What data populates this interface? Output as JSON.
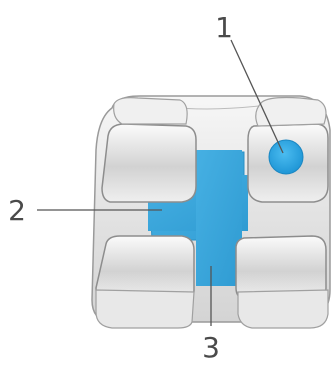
{
  "callouts": [
    {
      "id": "1",
      "label": "1"
    },
    {
      "id": "2",
      "label": "2"
    },
    {
      "id": "3",
      "label": "3"
    }
  ],
  "colors": {
    "base": "#3aa7dc",
    "dot": "#2ea8e6",
    "bracket_outline": "#8c8c8c",
    "bracket_body": "#e6e6e6",
    "wing_fill": "#d9d9d9"
  }
}
